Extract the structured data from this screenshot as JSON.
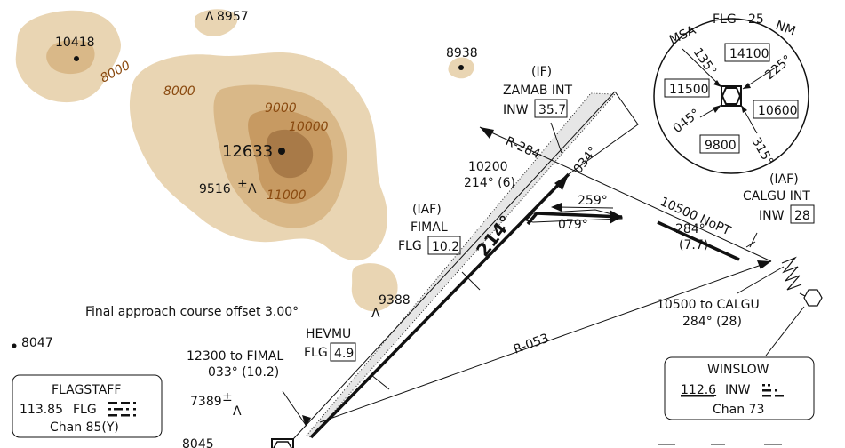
{
  "colors": {
    "terrain_1": "#e9d5b3",
    "terrain_2": "#d9b888",
    "terrain_3": "#c79a62",
    "terrain_4": "#a87a48",
    "contour_text": "#8a4a10"
  },
  "terrain": {
    "peak_10418": "10418",
    "peak_8957": "8957",
    "peak_8938": "8938",
    "peak_12633": "12633",
    "peak_9516": "9516",
    "peak_9388": "9388",
    "peak_8047": "8047",
    "peak_7389": "7389",
    "peak_8045": "8045",
    "plusminus": "±",
    "contour_8000_a": "8000",
    "contour_8000_b": "8000",
    "contour_9000": "9000",
    "contour_10000": "10000",
    "contour_11000": "11000"
  },
  "fixes": {
    "zamab": {
      "role": "(IF)",
      "name": "ZAMAB INT",
      "ident": "INW",
      "dist": "35.7"
    },
    "fimal": {
      "role": "(IAF)",
      "name": "FIMAL",
      "ident": "FLG",
      "dist": "10.2"
    },
    "calgu": {
      "role": "(IAF)",
      "name": "CALGU INT",
      "ident": "INW",
      "dist": "28"
    },
    "hevmu": {
      "name": "HEVMU",
      "ident": "FLG",
      "dist": "4.9"
    }
  },
  "courses": {
    "final_course": "214°",
    "outbound": "034°",
    "hold_inbound": "259°",
    "hold_outbound": "079°",
    "radial_284": "R-284",
    "radial_053": "R-053",
    "zamab_alt": "10200",
    "zamab_seg": "214° (6)",
    "calgu_alt": "10500 NoPT",
    "calgu_crs": "284°",
    "calgu_dist": "(7.7)",
    "calgu_route_alt": "10500 to CALGU",
    "calgu_route_crs": "284° (28)",
    "fimal_route_alt": "12300 to FIMAL",
    "fimal_route_crs": "033° (10.2)",
    "offset_note": "Final approach course offset 3.00°"
  },
  "msa": {
    "label_msa": "MSA",
    "label_fix": "FLG",
    "label_dist": "25",
    "label_unit": "NM",
    "sectors": [
      "14100",
      "11500",
      "10600",
      "9800"
    ],
    "bearings": [
      "135°",
      "225°",
      "045°",
      "315°"
    ]
  },
  "navaids": {
    "flagstaff": {
      "name": "FLAGSTAFF",
      "freq": "113.85",
      "ident": "FLG",
      "chan": "Chan 85(Y)"
    },
    "winslow": {
      "name": "WINSLOW",
      "freq": "112.6",
      "ident": "INW",
      "chan": "Chan 73"
    }
  }
}
